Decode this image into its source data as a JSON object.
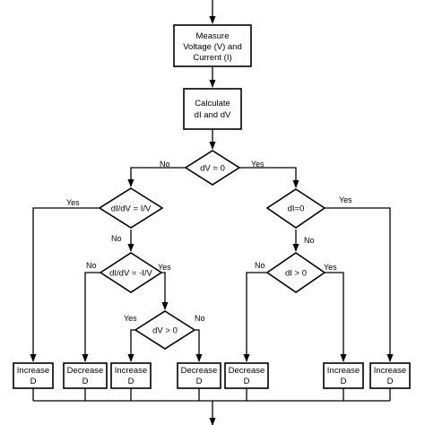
{
  "flowchart": {
    "process_boxes": {
      "measure": [
        "Measure",
        "Voltage (V) and",
        "Current (I)"
      ],
      "calculate": [
        "Calculate",
        "dI and dV"
      ]
    },
    "decisions": {
      "dv_zero": "dV = 0",
      "di_dv_eq": "dI/dV = I/V",
      "di_zero": "dI=0",
      "di_dv_neg": "dI/dV = -I/V",
      "di_pos": "dI > 0",
      "dv_pos": "dV > 0"
    },
    "branch_labels": {
      "yes": "Yes",
      "no": "No"
    },
    "outputs": [
      [
        "Increase",
        "D"
      ],
      [
        "Decrease",
        "D"
      ],
      [
        "Increase",
        "D"
      ],
      [
        "Decrease",
        "D"
      ],
      [
        "Decrease",
        "D"
      ],
      [
        "Increase",
        "D"
      ],
      [
        "Increase",
        "D"
      ]
    ]
  }
}
